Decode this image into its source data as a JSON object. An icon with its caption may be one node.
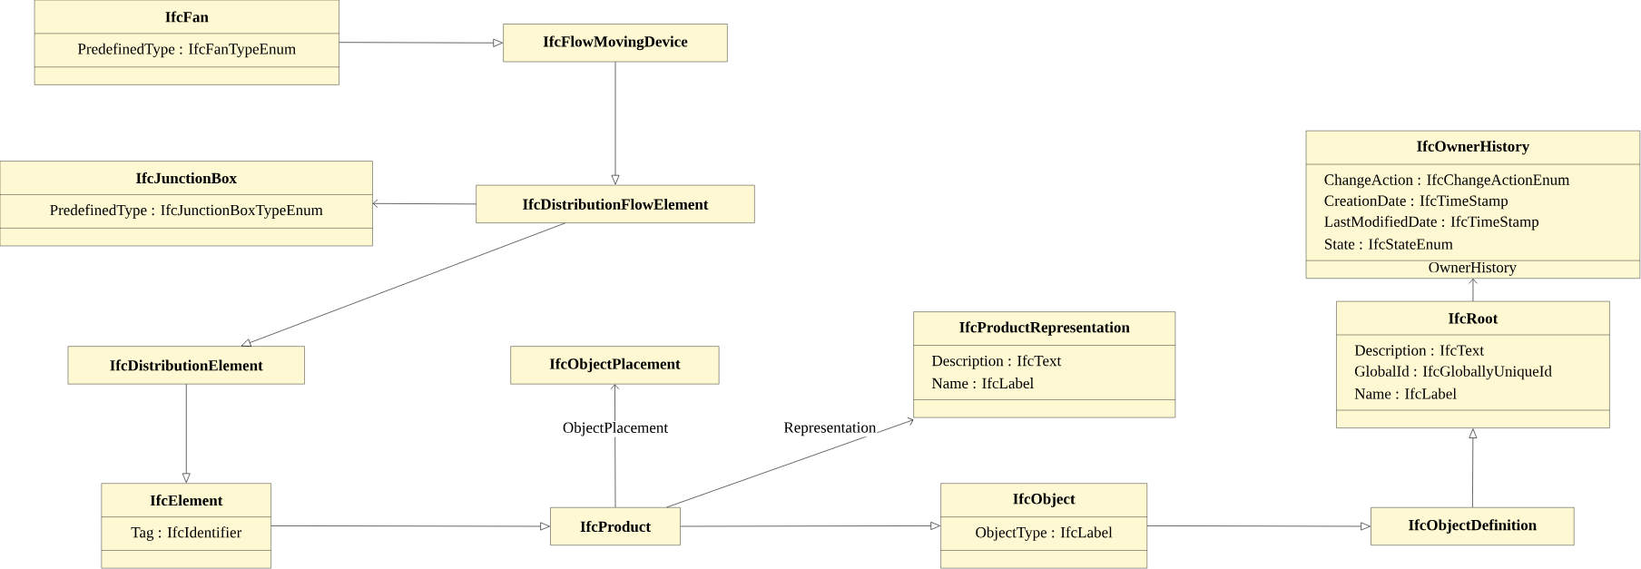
{
  "diagram": {
    "nodes": [
      {
        "text": [
          "IfcFan",
          "PredefinedType : IfcFanTypeEnum"
        ]
      },
      {
        "text": [
          "IfcFlowMovingDevice"
        ]
      },
      {
        "text": [
          "IfcOwnerHistory",
          "ChangeAction : IfcChangeActionEnum",
          "CreationDate : IfcTimeStamp",
          "LastModifiedDate : IfcTimeStamp",
          "State : IfcStateEnum"
        ]
      },
      {
        "text": [
          "IfcJunctionBox",
          "PredefinedType : IfcJunctionBoxTypeEnum"
        ]
      },
      {
        "text": [
          "IfcDistributionFlowElement"
        ]
      },
      {
        "text": [
          "IfcRoot",
          "Description : IfcText",
          "GlobalId : IfcGloballyUniqueId",
          "Name : IfcLabel"
        ]
      },
      {
        "text": [
          "IfcProductRepresentation",
          "Description : IfcText",
          "Name : IfcLabel"
        ]
      },
      {
        "text": [
          "IfcDistributionElement"
        ]
      },
      {
        "text": [
          "IfcObjectPlacement"
        ]
      },
      {
        "text": [
          "IfcElement",
          "Tag : IfcIdentifier"
        ]
      },
      {
        "text": [
          "IfcObject",
          "ObjectType : IfcLabel"
        ]
      },
      {
        "text": [
          "IfcProduct"
        ]
      },
      {
        "text": [
          "IfcObjectDefinition"
        ]
      }
    ],
    "edges": [
      {
        "from": 0,
        "to": 1,
        "arrow": "to"
      },
      {
        "from": 1,
        "to": 4,
        "arrow": "to"
      },
      {
        "from": 4,
        "to": 3,
        "arrow": "to"
      },
      {
        "from": 4,
        "to": 7,
        "arrow": "to"
      },
      {
        "from": 7,
        "to": 9,
        "arrow": "to"
      },
      {
        "from": 9,
        "to": 11,
        "arrow": "to"
      },
      {
        "from": 11,
        "to": 8,
        "arrow": "to",
        "label": "ObjectPlacement"
      },
      {
        "from": 11,
        "to": 6,
        "arrow": "to",
        "label": "Representation"
      },
      {
        "from": 11,
        "to": 10,
        "arrow": "to"
      },
      {
        "from": 10,
        "to": 12,
        "arrow": "to"
      },
      {
        "from": 12,
        "to": 5,
        "arrow": "to"
      },
      {
        "from": 5,
        "to": 2,
        "arrow": "to",
        "label": "OwnerHistory"
      }
    ]
  }
}
